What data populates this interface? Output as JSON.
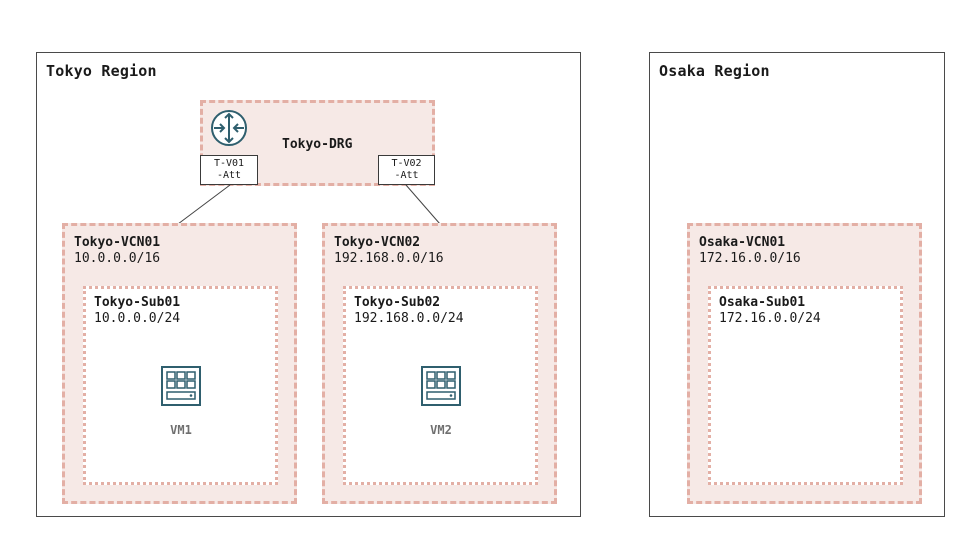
{
  "regions": {
    "tokyo": {
      "title": "Tokyo Region",
      "drg": {
        "name": "Tokyo-DRG",
        "icon": "router-icon",
        "attachments": [
          {
            "line1": "T-V01",
            "line2": "-Att"
          },
          {
            "line1": "T-V02",
            "line2": "-Att"
          }
        ]
      },
      "vcns": [
        {
          "name": "Tokyo-VCN01",
          "cidr": "10.0.0.0/16",
          "subnet": {
            "name": "Tokyo-Sub01",
            "cidr": "10.0.0.0/24"
          },
          "vm": {
            "label": "VM1",
            "icon": "compute-vm-icon"
          }
        },
        {
          "name": "Tokyo-VCN02",
          "cidr": "192.168.0.0/16",
          "subnet": {
            "name": "Tokyo-Sub02",
            "cidr": "192.168.0.0/24"
          },
          "vm": {
            "label": "VM2",
            "icon": "compute-vm-icon"
          }
        }
      ]
    },
    "osaka": {
      "title": "Osaka Region",
      "vcns": [
        {
          "name": "Osaka-VCN01",
          "cidr": "172.16.0.0/16",
          "subnet": {
            "name": "Osaka-Sub01",
            "cidr": "172.16.0.0/24"
          }
        }
      ]
    }
  },
  "colors": {
    "container_fill": "#f6e9e6",
    "container_border": "#e3afa5",
    "icon_stroke": "#2f5f6e",
    "region_border": "#4a4a4a"
  }
}
